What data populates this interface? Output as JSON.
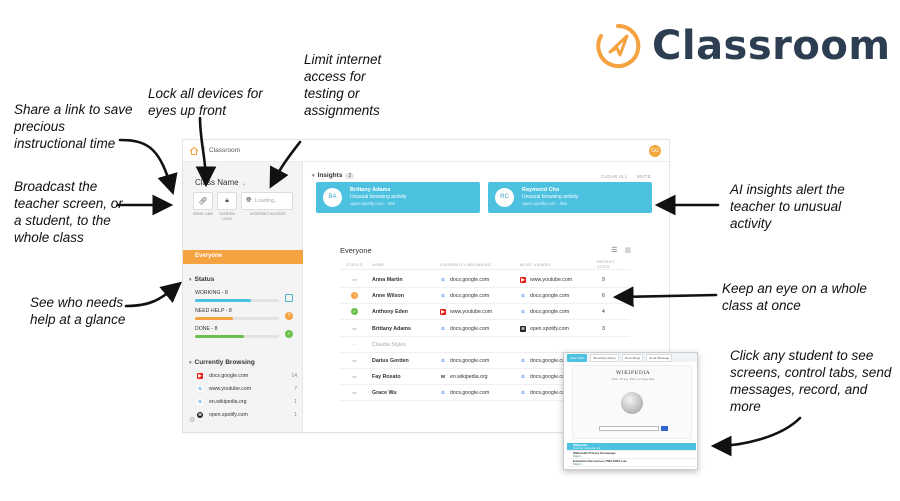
{
  "logo": {
    "text": "Classroom",
    "color": "#f5a340"
  },
  "annotations": {
    "share": "Share a link to save precious instructional time",
    "lock": "Lock all devices for eyes up front",
    "limit": "Limit internet access for testing or assignments",
    "broadcast": "Broadcast the teacher screen, or a student, to the whole class",
    "help": "See who needs help at a glance",
    "ai": "AI insights alert the teacher to unusual activity",
    "keep": "Keep an eye on a whole class at once",
    "click": "Click any student to see screens, control tabs, send messages, record, and more"
  },
  "app": {
    "breadcrumb": "Classroom",
    "avatar": "GG",
    "sidebar": {
      "class_name": "Class Name",
      "loading": "Loading...",
      "tool_labels": [
        "SEND LINK",
        "SCREEN LOCK",
        "INTERNET ACCESS"
      ],
      "everyone": "Everyone",
      "status_heading": "Status",
      "statuses": [
        {
          "label": "WORKING - 8",
          "fraction": 0.67,
          "color": "#4cc1e0",
          "icon": "grid-icon"
        },
        {
          "label": "NEED HELP - 8",
          "fraction": 0.45,
          "color": "#f5a340",
          "icon": "question-icon"
        },
        {
          "label": "DONE - 8",
          "fraction": 0.58,
          "color": "#6cc04a",
          "icon": "check-icon"
        }
      ],
      "browsing_heading": "Currently Browsing",
      "browsing": [
        {
          "site": "docs.google.com",
          "count": "14",
          "icon": "youtube-icon"
        },
        {
          "site": "www.youtube.com",
          "count": "7",
          "icon": "google-icon"
        },
        {
          "site": "en.wikipedia.org",
          "count": "1",
          "icon": "google-icon"
        },
        {
          "site": "open.spotify.com",
          "count": "1",
          "icon": "spotify-icon"
        }
      ]
    },
    "insights": {
      "heading": "Insights",
      "count": "2",
      "clear_all": "CLEAR ALL",
      "mute": "MUTE",
      "cards": [
        {
          "initials": "BA",
          "name": "Brittany Adams",
          "alert": "Unusual browsing activity",
          "site": "open.spotify.com - 39s"
        },
        {
          "initials": "RC",
          "name": "Raymond Cho",
          "alert": "Unusual browsing activity",
          "site": "open.spotify.com - 39s"
        }
      ]
    },
    "roster": {
      "title": "Everyone",
      "columns": [
        "STATUS",
        "NAME",
        "CURRENTLY BROWSING",
        "MOST VIEWED",
        "RECENT SITES"
      ],
      "rows": [
        {
          "name": "Anna Martin",
          "status": "screen",
          "current": "docs.google.com",
          "current_icon": "google-icon",
          "most": "www.youtube.com",
          "most_icon": "youtube-icon",
          "recent": "9"
        },
        {
          "name": "Anne Wilson",
          "status": "help",
          "current": "docs.google.com",
          "current_icon": "google-icon",
          "most": "docs.google.com",
          "most_icon": "google-icon",
          "recent": "6"
        },
        {
          "name": "Anthony Eden",
          "status": "done",
          "current": "www.youtube.com",
          "current_icon": "youtube-icon",
          "most": "docs.google.com",
          "most_icon": "google-icon",
          "recent": "4"
        },
        {
          "name": "Brittany Adams",
          "status": "screen",
          "current": "docs.google.com",
          "current_icon": "google-icon",
          "most": "open.spotify.com",
          "most_icon": "spotify-icon",
          "recent": "3"
        },
        {
          "name": "Claudia Styles",
          "status": "offline",
          "current": "",
          "current_icon": "",
          "most": "",
          "most_icon": "",
          "recent": ""
        },
        {
          "name": "Darius Gorden",
          "status": "screen",
          "current": "docs.google.com",
          "current_icon": "google-icon",
          "most": "docs.google.com",
          "most_icon": "google-icon",
          "recent": ""
        },
        {
          "name": "Fay Rosato",
          "status": "screen",
          "current": "en.wikipedia.org",
          "current_icon": "wikipedia-icon",
          "most": "docs.google.com",
          "most_icon": "google-icon",
          "recent": ""
        },
        {
          "name": "Grace Wu",
          "status": "screen",
          "current": "docs.google.com",
          "current_icon": "google-icon",
          "most": "docs.google.com",
          "most_icon": "google-icon",
          "recent": ""
        }
      ]
    },
    "popup": {
      "tabs": [
        "Open Tabs",
        "Browsing History",
        "Recordings",
        "Send Message"
      ],
      "wiki_title": "WIKIPEDIA",
      "wiki_sub": "The Free Encyclopedia",
      "links": [
        {
          "title": "Wikipedia",
          "url": "https://en.wikipedia.org/",
          "active": true
        },
        {
          "title": "Wikimedia Privacy Homepage",
          "url": "https://...",
          "active": false
        },
        {
          "title": "Education Resources | PBS KIDS Lab",
          "url": "https://...",
          "active": false
        }
      ]
    }
  }
}
